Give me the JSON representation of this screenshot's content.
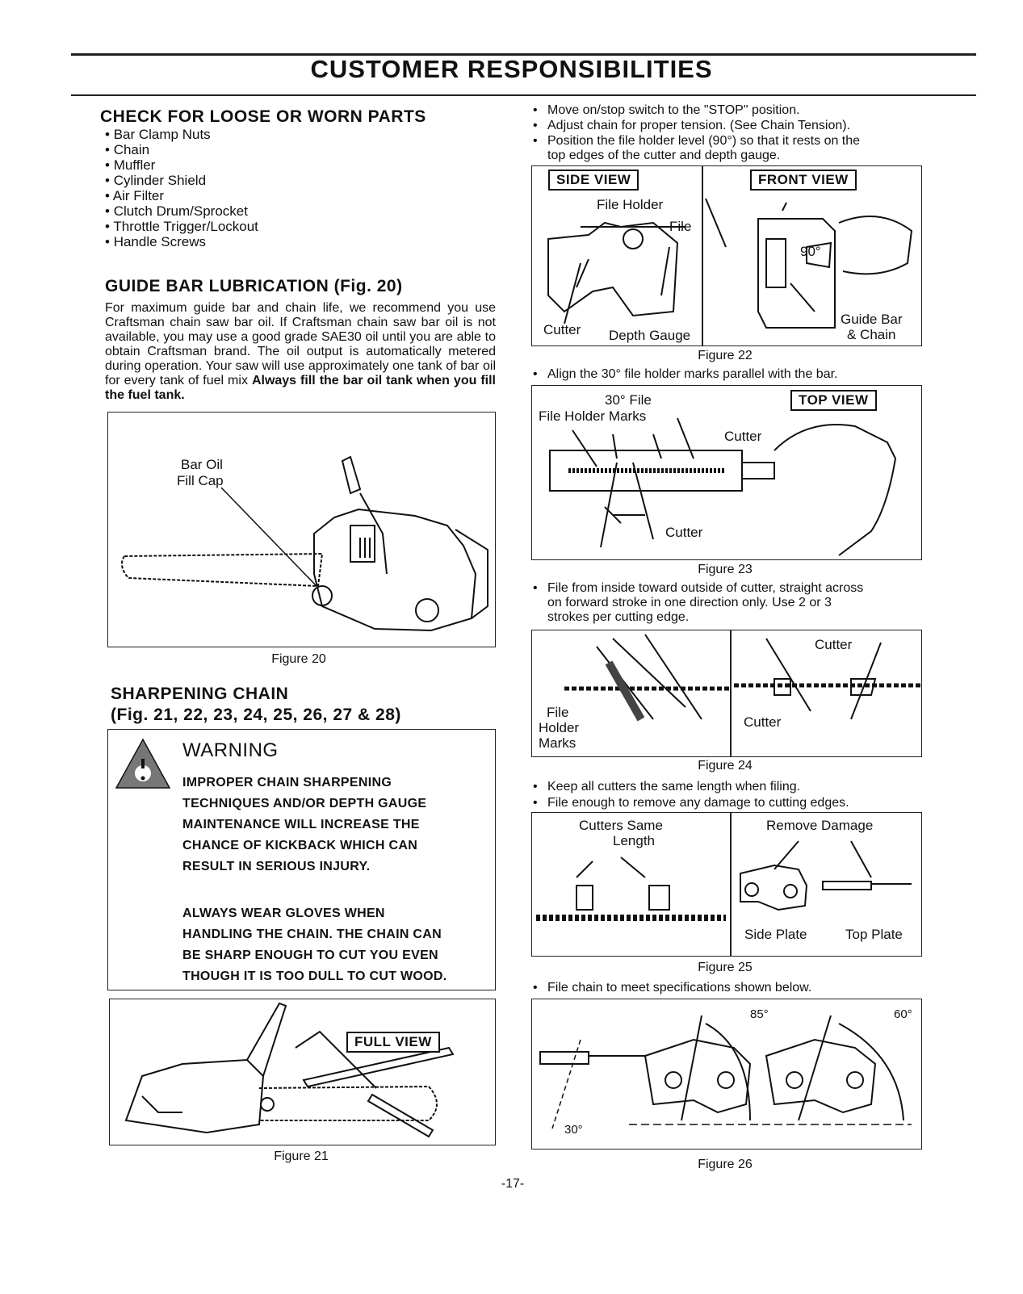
{
  "page": {
    "title": "CUSTOMER RESPONSIBILITIES",
    "page_number": "-17-"
  },
  "check_parts": {
    "heading": "CHECK FOR LOOSE OR WORN PARTS",
    "items": [
      "Bar Clamp Nuts",
      "Chain",
      "Muffler",
      "Cylinder Shield",
      "Air Filter",
      "Clutch Drum/Sprocket",
      "Throttle Trigger/Lockout",
      "Handle Screws"
    ]
  },
  "lubrication": {
    "heading": "GUIDE BAR LUBRICATION (Fig. 20)",
    "body": "For maximum guide bar and chain life, we recommend you use Craftsman chain saw bar oil. If Craftsman chain saw bar oil is not available, you may use a good grade SAE30 oil until you are able to obtain Craftsman brand. The oil output is automatically metered during operation. Your saw will use approximately one tank of bar oil for every tank of fuel mix",
    "bold": "Always fill the bar oil tank when you fill the fuel tank.",
    "fig_label_1": "Bar Oil",
    "fig_label_2": "Fill Cap",
    "caption": "Figure 20"
  },
  "sharpening": {
    "heading_1": "SHARPENING CHAIN",
    "heading_2": "(Fig. 21, 22, 23, 24, 25, 26, 27 & 28)"
  },
  "warning": {
    "title": "WARNING",
    "lines_1": [
      "IMPROPER CHAIN SHARPENING",
      "TECHNIQUES AND/OR DEPTH GAUGE",
      "MAINTENANCE WILL INCREASE THE",
      "CHANCE OF KICKBACK WHICH CAN",
      "RESULT IN SERIOUS INJURY."
    ],
    "lines_2": [
      "ALWAYS WEAR GLOVES WHEN",
      "HANDLING THE CHAIN. THE CHAIN CAN",
      "BE SHARP ENOUGH TO CUT YOU EVEN",
      "THOUGH IT IS TOO DULL TO CUT WOOD."
    ]
  },
  "fig21": {
    "label": "FULL VIEW",
    "caption": "Figure 21"
  },
  "right_steps": {
    "s1": "Move on/stop switch to the \"STOP\" position.",
    "s2": "Adjust chain for proper tension. (See Chain Tension).",
    "s3a": "Position the file holder level (90°) so that it rests on the",
    "s3b": "top edges of the cutter and depth gauge.",
    "s4": "Align the 30° file holder marks parallel with the bar.",
    "s5a": "File from inside toward outside of cutter, straight across",
    "s5b": "on forward stroke in one direction only. Use 2 or 3",
    "s5c": "strokes per cutting edge.",
    "s6": "Keep all cutters the same length when filing.",
    "s7": "File enough to remove any damage to cutting edges.",
    "s8": "File chain to meet specifications shown below."
  },
  "fig22": {
    "side_view": "SIDE VIEW",
    "front_view": "FRONT VIEW",
    "file_holder": "File Holder",
    "file": "File",
    "deg": "90°",
    "cutter": "Cutter",
    "depth_gauge": "Depth Gauge",
    "guide_bar": "Guide Bar",
    "chain": "& Chain",
    "caption": "Figure 22"
  },
  "fig23": {
    "deg_file": "30°  File",
    "file_holder_marks": "File Holder Marks",
    "cutter_top": "Cutter",
    "cutter_bottom": "Cutter",
    "top_view": "TOP VIEW",
    "caption": "Figure 23"
  },
  "fig24": {
    "file": "File",
    "holder": "Holder",
    "marks": "Marks",
    "cutter_1": "Cutter",
    "cutter_2": "Cutter",
    "caption": "Figure 24"
  },
  "fig25": {
    "cutters_same": "Cutters Same",
    "length": "Length",
    "remove_damage": "Remove Damage",
    "side_plate": "Side Plate",
    "top_plate": "Top Plate",
    "caption": "Figure 25"
  },
  "fig26": {
    "deg85": "85°",
    "deg60": "60°",
    "deg30": "30°",
    "caption": "Figure 26"
  }
}
